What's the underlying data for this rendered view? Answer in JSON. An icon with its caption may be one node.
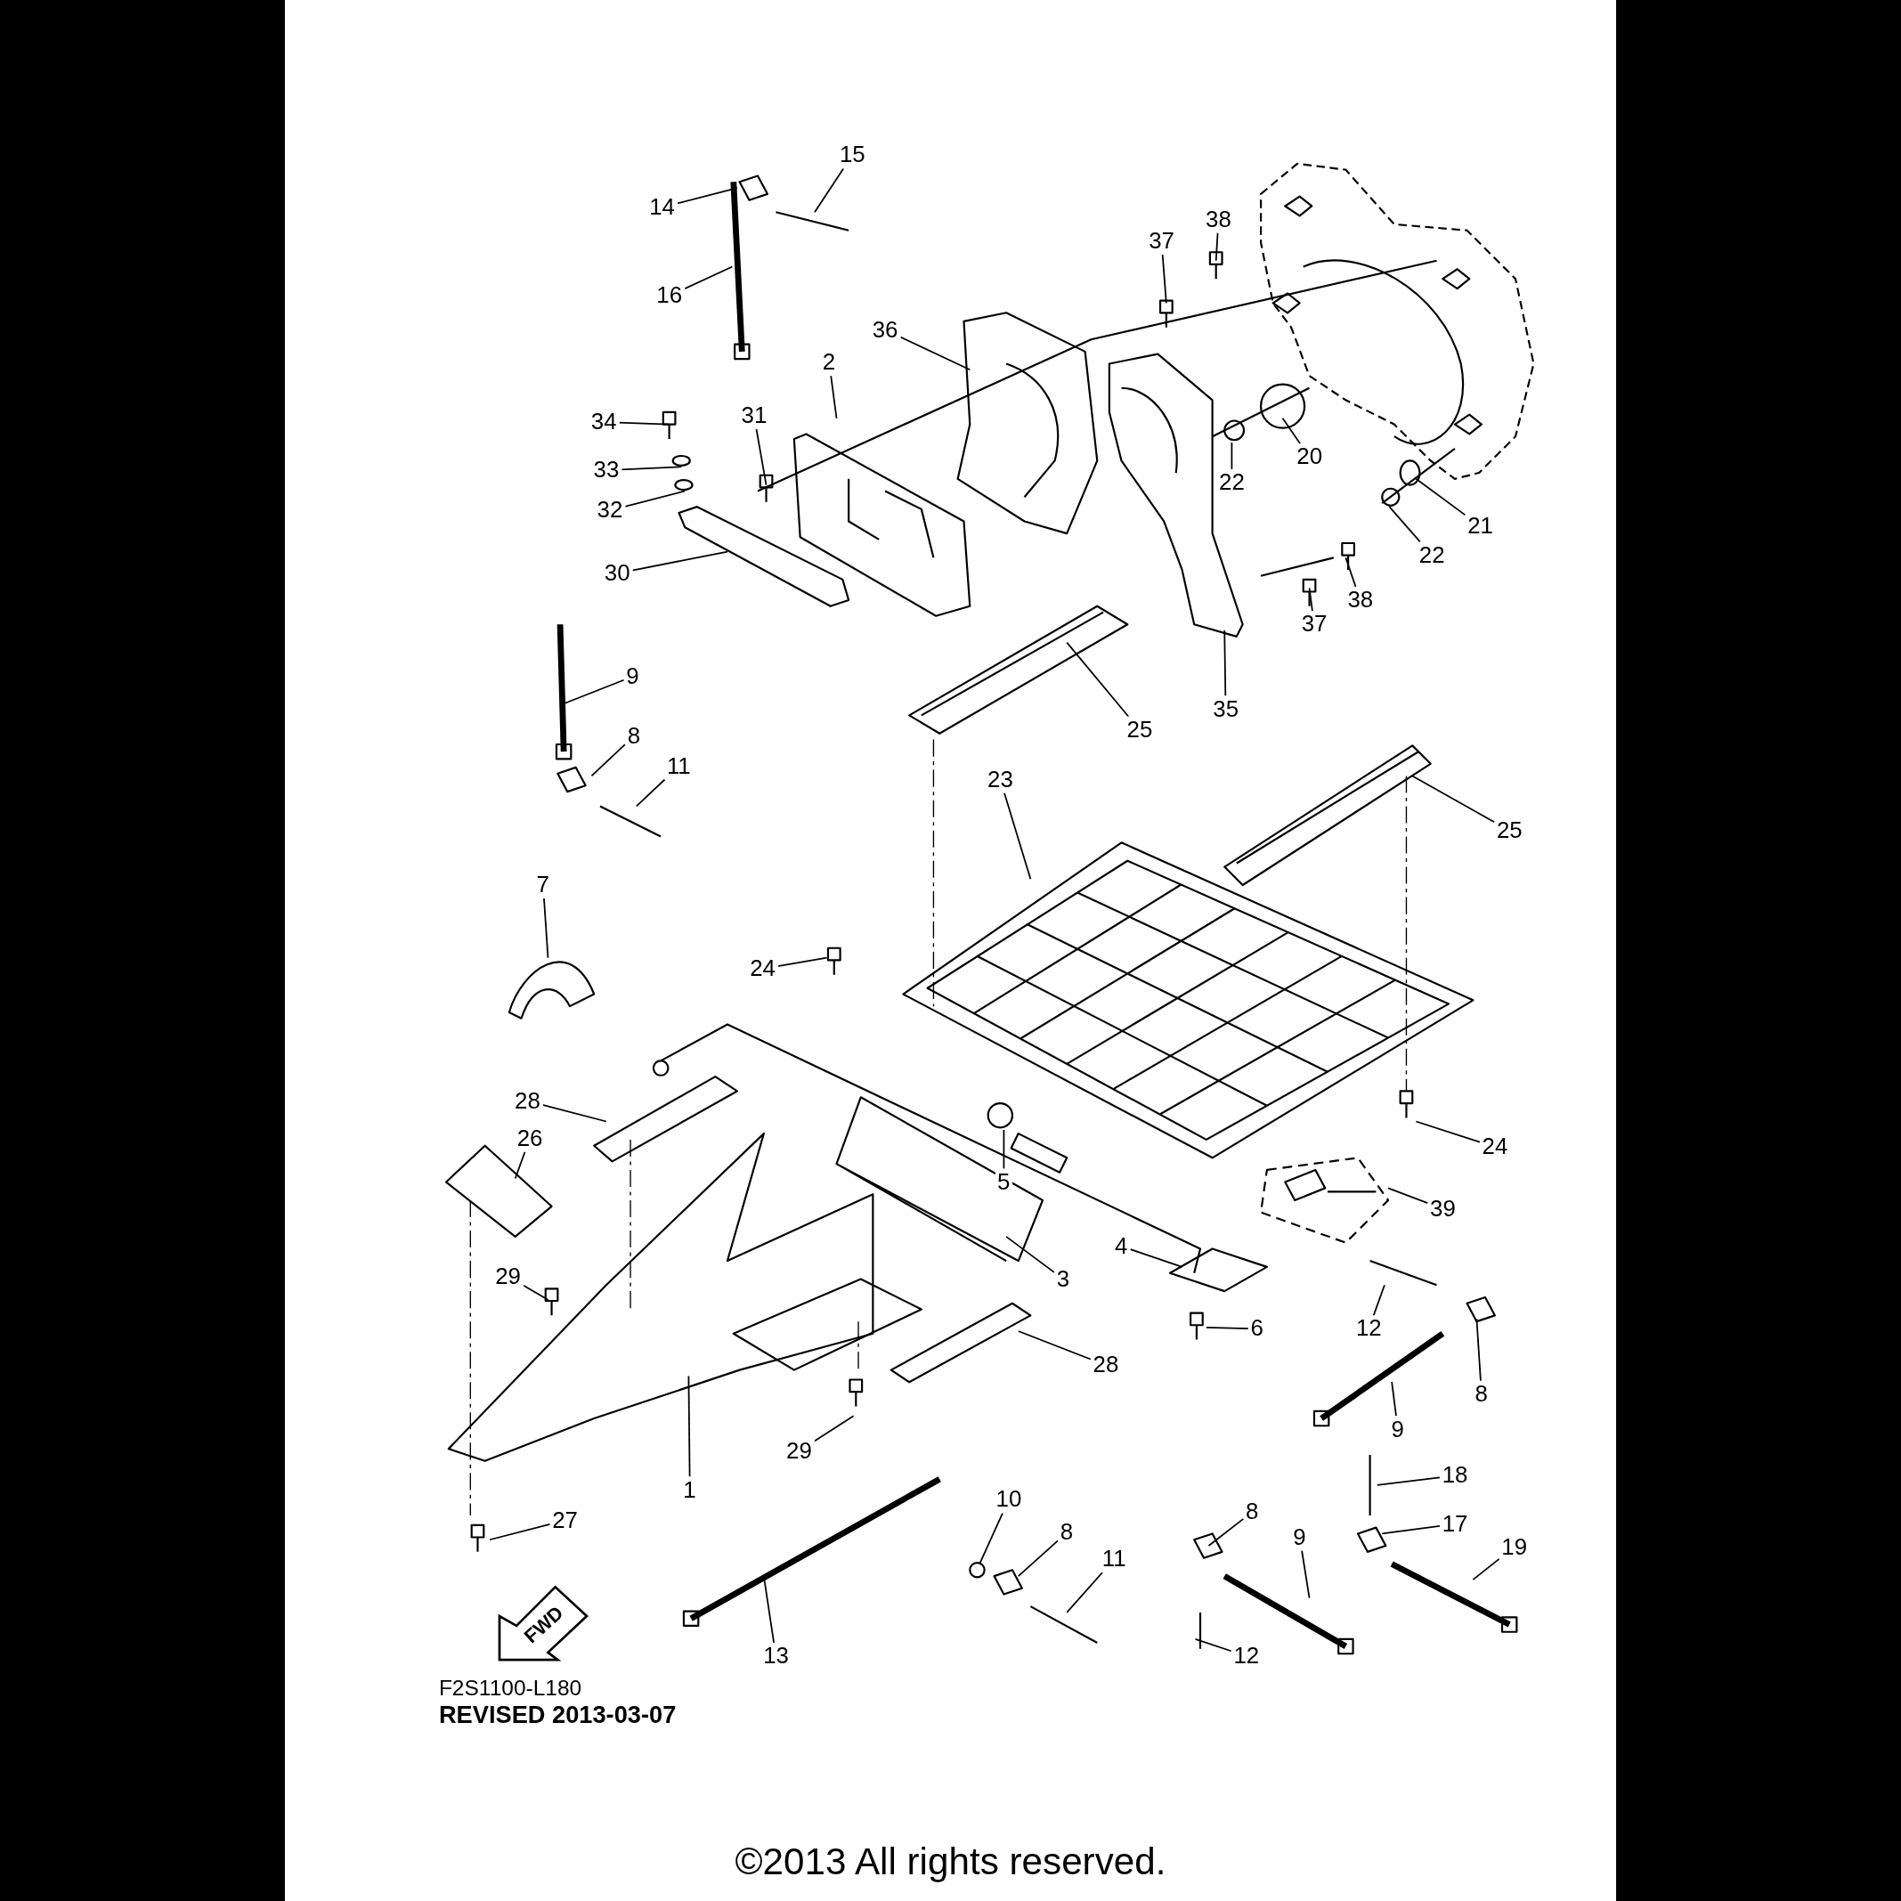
{
  "diagram": {
    "caption": "©2013 All rights reserved.",
    "nodes": [
      {
        "text": [
          "15"
        ]
      },
      {
        "text": [
          "14"
        ]
      },
      {
        "text": [
          "16"
        ]
      },
      {
        "text": [
          "37"
        ]
      },
      {
        "text": [
          "38"
        ]
      },
      {
        "text": [
          "36"
        ]
      },
      {
        "text": [
          "2"
        ]
      },
      {
        "text": [
          "34"
        ]
      },
      {
        "text": [
          "31"
        ]
      },
      {
        "text": [
          "33"
        ]
      },
      {
        "text": [
          "32"
        ]
      },
      {
        "text": [
          "22"
        ]
      },
      {
        "text": [
          "20"
        ]
      },
      {
        "text": [
          "21"
        ]
      },
      {
        "text": [
          "22"
        ]
      },
      {
        "text": [
          "30"
        ]
      },
      {
        "text": [
          "37"
        ]
      },
      {
        "text": [
          "38"
        ]
      },
      {
        "text": [
          "9"
        ]
      },
      {
        "text": [
          "35"
        ]
      },
      {
        "text": [
          "25"
        ]
      },
      {
        "text": [
          "8"
        ]
      },
      {
        "text": [
          "11"
        ]
      },
      {
        "text": [
          "23"
        ]
      },
      {
        "text": [
          "25"
        ]
      },
      {
        "text": [
          "7"
        ]
      },
      {
        "text": [
          "24"
        ]
      },
      {
        "text": [
          "28"
        ]
      },
      {
        "text": [
          "26"
        ]
      },
      {
        "text": [
          "5"
        ]
      },
      {
        "text": [
          "24"
        ]
      },
      {
        "text": [
          "39"
        ]
      },
      {
        "text": [
          "3"
        ]
      },
      {
        "text": [
          "4"
        ]
      },
      {
        "text": [
          "29"
        ]
      },
      {
        "text": [
          "6"
        ]
      },
      {
        "text": [
          "12"
        ]
      },
      {
        "text": [
          "28"
        ]
      },
      {
        "text": [
          "8"
        ]
      },
      {
        "text": [
          "9"
        ]
      },
      {
        "text": [
          "29"
        ]
      },
      {
        "text": [
          "1"
        ]
      },
      {
        "text": [
          "18"
        ]
      },
      {
        "text": [
          "10"
        ]
      },
      {
        "text": [
          "8"
        ]
      },
      {
        "text": [
          "8"
        ]
      },
      {
        "text": [
          "9"
        ]
      },
      {
        "text": [
          "17"
        ]
      },
      {
        "text": [
          "27"
        ]
      },
      {
        "text": [
          "19"
        ]
      },
      {
        "text": [
          "11"
        ]
      },
      {
        "text": [
          "13"
        ]
      },
      {
        "text": [
          "12"
        ]
      },
      {
        "text": [
          "FWD"
        ]
      }
    ],
    "edges": [
      {
        "from": 0,
        "to": null,
        "arrow": "none"
      },
      {
        "from": 1,
        "to": null,
        "arrow": "none"
      },
      {
        "from": 2,
        "to": null,
        "arrow": "none"
      },
      {
        "from": 3,
        "to": null,
        "arrow": "none"
      },
      {
        "from": 4,
        "to": null,
        "arrow": "none"
      },
      {
        "from": 5,
        "to": null,
        "arrow": "none"
      },
      {
        "from": 6,
        "to": null,
        "arrow": "none"
      },
      {
        "from": 7,
        "to": null,
        "arrow": "none"
      },
      {
        "from": 8,
        "to": null,
        "arrow": "none"
      },
      {
        "from": 9,
        "to": null,
        "arrow": "none"
      },
      {
        "from": 10,
        "to": null,
        "arrow": "none"
      },
      {
        "from": 11,
        "to": null,
        "arrow": "none"
      },
      {
        "from": 12,
        "to": null,
        "arrow": "none"
      },
      {
        "from": 13,
        "to": null,
        "arrow": "none"
      },
      {
        "from": 14,
        "to": null,
        "arrow": "none"
      },
      {
        "from": 15,
        "to": null,
        "arrow": "none"
      },
      {
        "from": 16,
        "to": null,
        "arrow": "none"
      },
      {
        "from": 17,
        "to": null,
        "arrow": "none"
      },
      {
        "from": 18,
        "to": null,
        "arrow": "none"
      },
      {
        "from": 19,
        "to": null,
        "arrow": "none"
      },
      {
        "from": 20,
        "to": null,
        "arrow": "none"
      },
      {
        "from": 21,
        "to": null,
        "arrow": "none"
      },
      {
        "from": 22,
        "to": null,
        "arrow": "none"
      },
      {
        "from": 23,
        "to": null,
        "arrow": "none"
      },
      {
        "from": 24,
        "to": null,
        "arrow": "none"
      },
      {
        "from": 25,
        "to": null,
        "arrow": "none"
      },
      {
        "from": 26,
        "to": null,
        "arrow": "none"
      },
      {
        "from": 27,
        "to": null,
        "arrow": "none"
      },
      {
        "from": 28,
        "to": null,
        "arrow": "none"
      },
      {
        "from": 29,
        "to": null,
        "arrow": "none"
      },
      {
        "from": 30,
        "to": null,
        "arrow": "none"
      },
      {
        "from": 31,
        "to": null,
        "arrow": "none"
      },
      {
        "from": 32,
        "to": null,
        "arrow": "none"
      },
      {
        "from": 33,
        "to": null,
        "arrow": "none"
      },
      {
        "from": 34,
        "to": null,
        "arrow": "none"
      },
      {
        "from": 35,
        "to": null,
        "arrow": "none"
      },
      {
        "from": 36,
        "to": null,
        "arrow": "none"
      },
      {
        "from": 37,
        "to": null,
        "arrow": "none"
      },
      {
        "from": 38,
        "to": null,
        "arrow": "none"
      },
      {
        "from": 39,
        "to": null,
        "arrow": "none"
      },
      {
        "from": 40,
        "to": null,
        "arrow": "none"
      },
      {
        "from": 41,
        "to": null,
        "arrow": "none"
      },
      {
        "from": 42,
        "to": null,
        "arrow": "none"
      },
      {
        "from": 43,
        "to": null,
        "arrow": "none"
      },
      {
        "from": 44,
        "to": null,
        "arrow": "none"
      },
      {
        "from": 45,
        "to": null,
        "arrow": "none"
      },
      {
        "from": 46,
        "to": null,
        "arrow": "none"
      },
      {
        "from": 47,
        "to": null,
        "arrow": "none"
      },
      {
        "from": 48,
        "to": null,
        "arrow": "none"
      },
      {
        "from": 49,
        "to": null,
        "arrow": "none"
      },
      {
        "from": 50,
        "to": null,
        "arrow": "none"
      },
      {
        "from": 51,
        "to": null,
        "arrow": "none"
      },
      {
        "from": 52,
        "to": null,
        "arrow": "none"
      }
    ],
    "labels": [
      "F2S1100-L180",
      "REVISED 2013-03-07"
    ]
  }
}
